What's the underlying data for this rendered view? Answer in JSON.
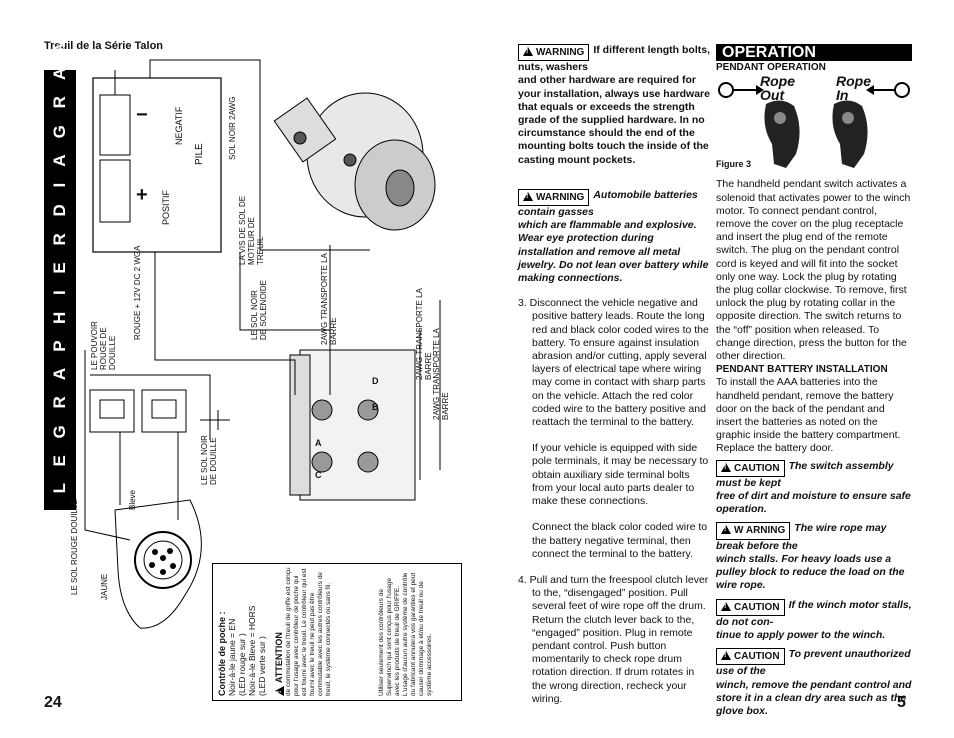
{
  "left_page": {
    "header": "Treuil de la Série Talon",
    "vertical_title": "T E L E G R A P H I E R   D I A G R A M",
    "page_number": "24",
    "labels": {
      "negatif": "NEGATIF",
      "pile": "PILE",
      "positif": "POSITIF",
      "sol_noir_2awg": "SOL NOIR 2AWG",
      "vis_de_sol": "LA VIS DE SOL DE MOTEUR DE TREUIL",
      "rouge_12v": "ROUGE + 12V DC 2 WGA",
      "pouvoir_rouge": "LE POUVOIR ROUGE DE DOUILLE",
      "sol_noir_solenoide": "LE SOL NOIR DE SOLENOIDE",
      "awg_barre_1": "2AWG TRANSPORTE LA BARRE",
      "awg_barre_2": "2AWG TRANSPORTE LA BARRE",
      "awg_barre_3": "2AWG TRANSPORTE LA BARRE",
      "sol_noir_douille": "LE SOL NOIR DE DOUILLE",
      "sol_rouge_douille": "LE SOL ROUGE DOUILLE",
      "jaune": "JAUNE",
      "bleve": "Bleve",
      "plus": "+",
      "minus": "−",
      "term_a": "A",
      "term_b": "B",
      "term_c": "C",
      "term_d": "D"
    },
    "attention_box": {
      "control_title": "Contrôle de poche :",
      "control_line1": "Noir-à-le jaune = EN",
      "control_line2": "(LED rouge sur )",
      "control_line3": "Noir-à-le  Bleve   = HORS",
      "control_line4": "(LED verte sur )",
      "attention_label": "ATTENTION",
      "attention_text": "de commutation de l'treuil de griffe est conçu pour l'usage avec contrôleur de poche qui est fourni avec le treuil. Le contrôleur qui est fourni avec le treuil ne peut pas être commutable avec les autres contrôleurs de treuil, le système connectés ou sans fil.",
      "use_text": "Utiliser seulement des contrôleurs de Superwinch qui sont conçus pour l'usage avec les produits de treuil de GRIFFE. L'usage d'aucun autre système de contrôle du fabricant annulera vos garanties et peut causer dommage à et/ou de treuil ou de système accessoires."
    }
  },
  "right_page": {
    "page_number": "5",
    "warning1": {
      "label": "WARNING",
      "lead": "If different length bolts, nuts, washers",
      "body": "and other hardware are required for your installation, always use hardware that equals or exceeds the strength grade of the supplied hardware. In no circumstance should the end of the mounting bolts touch the inside of the casting mount pockets."
    },
    "warning2": {
      "label": "WARNING",
      "lead": "Automobile batteries contain gasses",
      "body": "which are flammable and explosive. Wear eye protection during installation and remove all metal jewelry. Do not lean over battery while making connections."
    },
    "step3": "3. Disconnect the vehicle negative and positive battery leads. Route the long red and black color coded wires to the battery. To ensure against insulation abrasion and/or cutting, apply several layers of electrical tape where wiring may come in contact with sharp parts on the vehicle. Attach the red color coded wire to the battery positive and reattach the terminal to the battery.",
    "step3b": "If your vehicle is equipped with side pole terminals, it may be necessary to obtain auxiliary side terminal bolts from your local auto parts dealer to make these connections.",
    "step3c": "Connect the black color coded wire to the battery negative terminal, then connect the terminal to the battery.",
    "step4": "4. Pull and turn the freespool clutch lever to the, “disengaged” position. Pull several feet of wire rope off the drum. Return the clutch lever back to the, “engaged” position. Plug in remote pendant control. Push button momentarily to check rope drum rotation direction. If drum rotates in the wrong direction, recheck your wiring.",
    "operation_title": "OPERATION",
    "pendant_operation": "PENDANT OPERATION",
    "rope_out": "Rope Out",
    "rope_in": "Rope In",
    "figure": "Figure  3",
    "pendant_text": "The handheld pendant switch activates a solenoid that activates power to the winch motor. To connect pendant control, remove the cover on the plug receptacle and insert the plug end of the remote switch. The plug on the pendant control cord is keyed and will fit into the socket only one way. Lock the plug by rotating the plug collar clockwise. To remove, first unlock the plug by rotating collar in the opposite direction. The switch returns to the “off” position when released. To change direction, press the  button for the other direction.",
    "battery_heading": "PENDANT BATTERY INSTALLATION",
    "battery_text": "To install the AAA batteries into the handheld pendant, remove the battery door on the back of the pendant and insert the batteries as noted on the graphic inside the battery compartment. Replace the battery door.",
    "caution1": {
      "label": "CAUTION",
      "lead": "The switch assembly must be kept",
      "body": "free of dirt and moisture to ensure safe operation."
    },
    "warning3": {
      "label": "W ARNING",
      "lead": "The wire rope may break before the",
      "body": "winch stalls. For heavy loads use a pulley block to reduce the load on the wire rope."
    },
    "caution2": {
      "label": "CAUTION",
      "lead": "If the winch motor stalls, do not con-",
      "body": "tinue to apply power to the winch."
    },
    "caution3": {
      "label": "CAUTION",
      "lead": "To prevent unauthorized use of the",
      "body": "winch, remove the pendant control and store it in a clean dry area such as the glove box."
    }
  }
}
